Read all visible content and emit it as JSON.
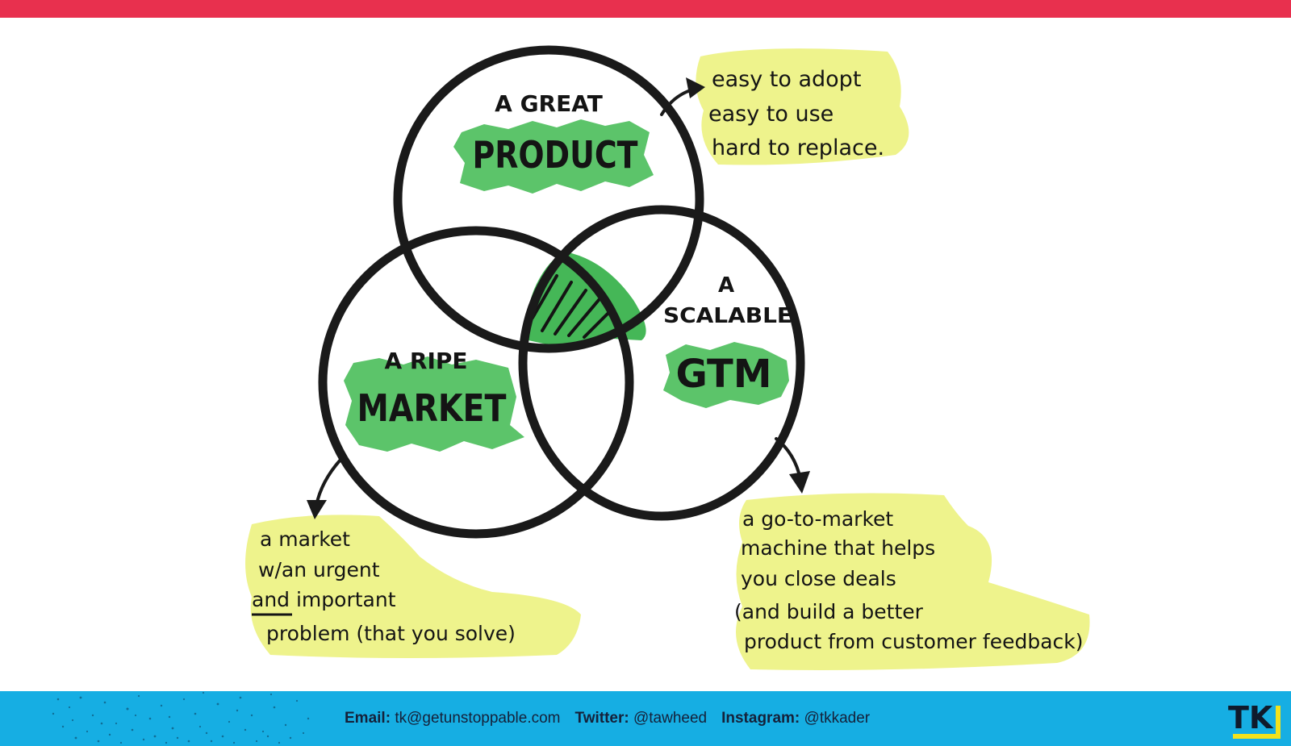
{
  "diagram": {
    "product": {
      "top": "A GREAT",
      "main": "PRODUCT"
    },
    "market": {
      "top": "A RIPE",
      "main": "MARKET"
    },
    "gtm": {
      "top_line1": "A",
      "top_line2": "SCALABLE",
      "main": "GTM"
    },
    "product_note": [
      "easy to adopt",
      "easy to use",
      "hard to replace."
    ],
    "market_note": [
      "a market",
      "w/an urgent",
      "and important",
      "problem (that you solve)"
    ],
    "market_note_underlined_word": "and",
    "gtm_note": [
      "a go-to-market",
      "machine that helps",
      "you close deals",
      "(and build a better",
      "product from customer feedback)"
    ]
  },
  "footer": {
    "email_label": "Email:",
    "email_value": "tk@getunstoppable.com",
    "twitter_label": "Twitter:",
    "twitter_value": "@tawheed",
    "instagram_label": "Instagram:",
    "instagram_value": "@tkkader",
    "logo_text": "TK"
  },
  "colors": {
    "top_bar": "#e8304e",
    "footer": "#16aee3",
    "highlight_green": "#5cc46a",
    "highlight_yellow": "#eef38c",
    "ink": "#141414"
  }
}
